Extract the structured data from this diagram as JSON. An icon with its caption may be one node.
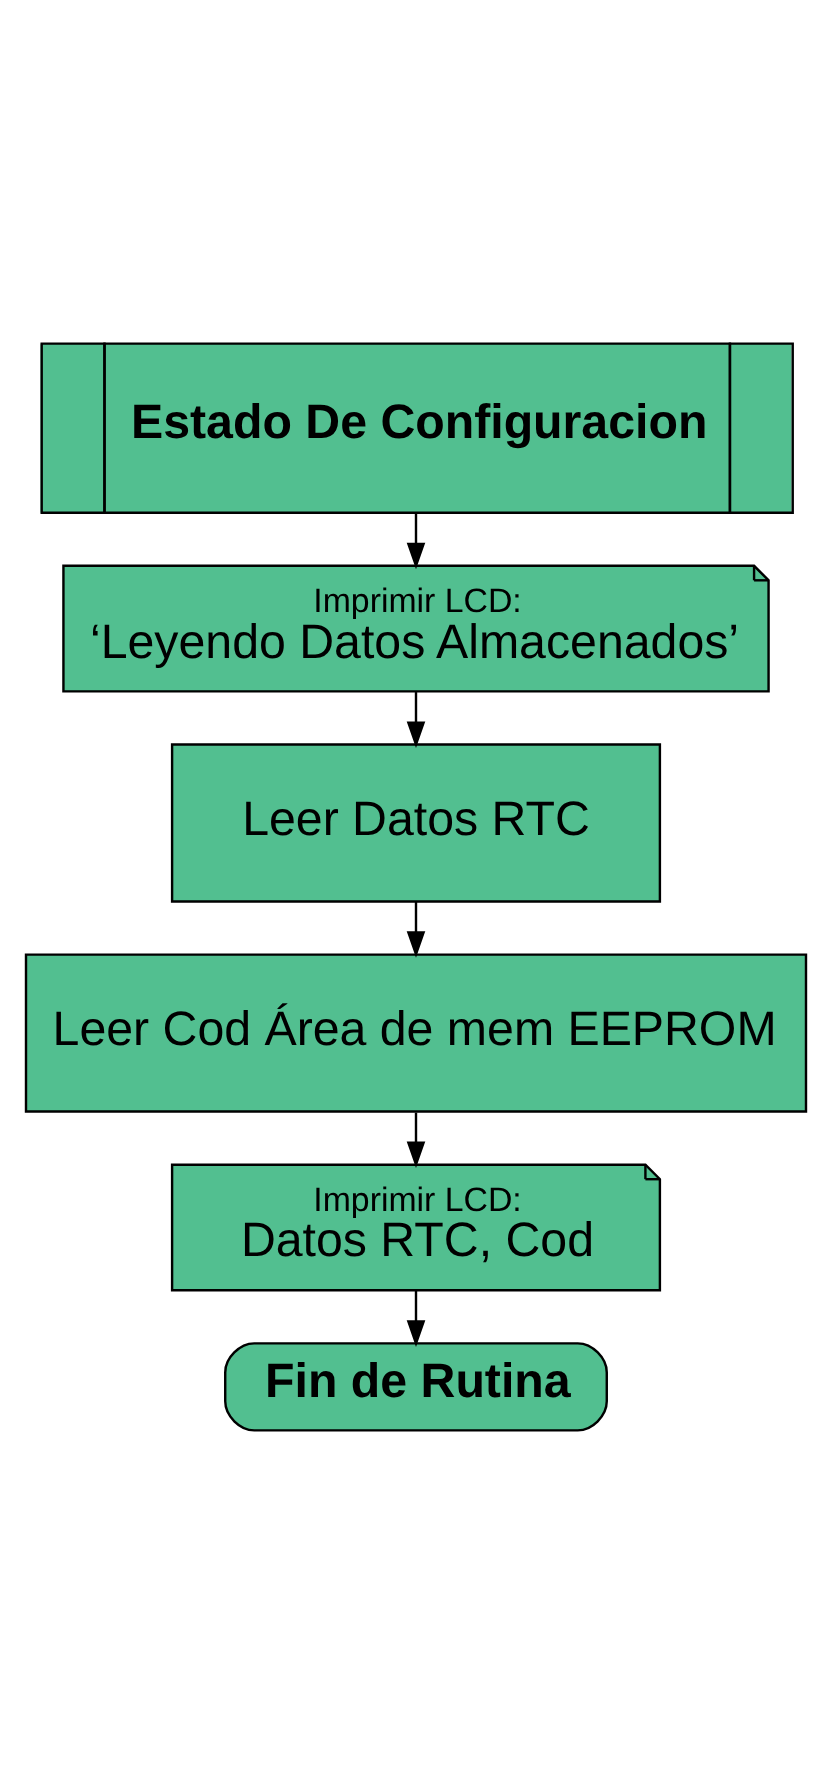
{
  "diagram": {
    "nodes": [
      {
        "text": [
          "Estado De Configuracion"
        ]
      },
      {
        "text": [
          "Imprimir LCD:",
          "‘Leyendo Datos Almacenados’"
        ]
      },
      {
        "text": [
          "Leer Datos RTC"
        ]
      },
      {
        "text": [
          "Leer Cod Área de mem EEPROM"
        ]
      },
      {
        "text": [
          "Imprimir LCD:",
          "Datos RTC, Cod"
        ]
      },
      {
        "text": [
          "Fin de Rutina"
        ]
      }
    ],
    "edges": [
      {
        "from": 0,
        "to": 1,
        "arrow": "to"
      },
      {
        "from": 1,
        "to": 2,
        "arrow": "to"
      },
      {
        "from": 2,
        "to": 3,
        "arrow": "to"
      },
      {
        "from": 3,
        "to": 4,
        "arrow": "to"
      },
      {
        "from": 4,
        "to": 5,
        "arrow": "to"
      }
    ]
  }
}
